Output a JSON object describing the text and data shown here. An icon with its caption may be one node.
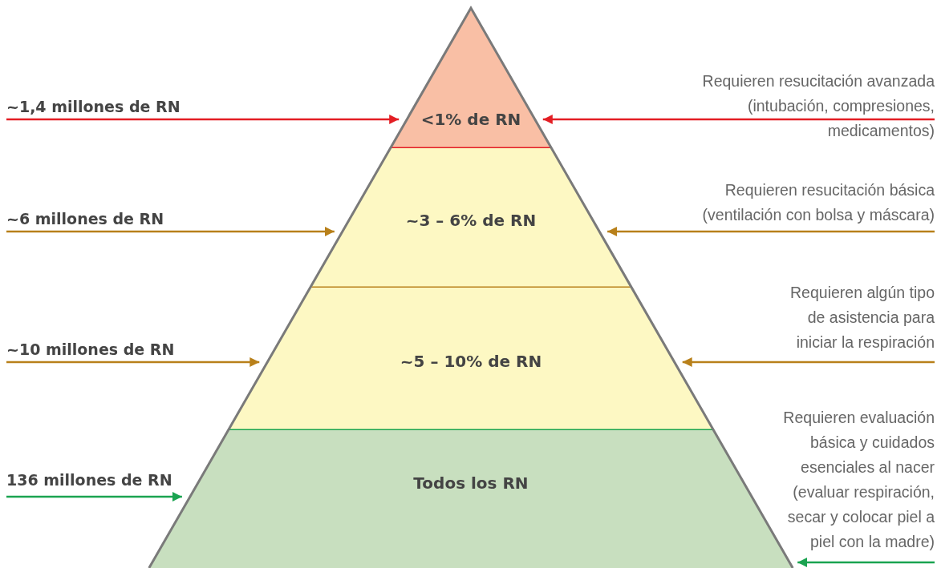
{
  "diagram": {
    "nodes": [
      {
        "text": [
          "<1% de RN"
        ]
      },
      {
        "text": [
          "~3 – 6% de RN"
        ]
      },
      {
        "text": [
          "~5 – 10% de RN"
        ]
      },
      {
        "text": [
          "Todos los RN"
        ]
      },
      {
        "text": [
          "~1,4 millones de RN"
        ]
      },
      {
        "text": [
          "Requieren resucitación avanzada (intubación, compresiones, medicamentos)"
        ]
      },
      {
        "text": [
          "~6 millones de RN"
        ]
      },
      {
        "text": [
          "Requieren resucitación básica (ventilación con bolsa y máscara)"
        ]
      },
      {
        "text": [
          "~10 millones de RN"
        ]
      },
      {
        "text": [
          "Requieren algún tipo de asistencia para iniciar la respiración"
        ]
      },
      {
        "text": [
          "136 millones de RN"
        ]
      },
      {
        "text": [
          "Requieren evaluación básica y cuidados esenciales al nacer (evaluar respiración, secar y colocar piel a piel con la madre)"
        ]
      }
    ],
    "edges": [
      {
        "from": 4,
        "to": 0,
        "arrow": "to",
        "color": "#e31e24"
      },
      {
        "from": 5,
        "to": 0,
        "arrow": "to",
        "color": "#e31e24"
      },
      {
        "from": 6,
        "to": 1,
        "arrow": "to"
      },
      {
        "from": 7,
        "to": 1,
        "arrow": "to"
      },
      {
        "from": 8,
        "to": 2,
        "arrow": "to"
      },
      {
        "from": 9,
        "to": 2,
        "arrow": "to"
      },
      {
        "from": 10,
        "to": 3,
        "arrow": "to",
        "color": "#1aa350"
      },
      {
        "from": 11,
        "to": 3,
        "arrow": "to",
        "color": "#1aa350"
      }
    ]
  }
}
